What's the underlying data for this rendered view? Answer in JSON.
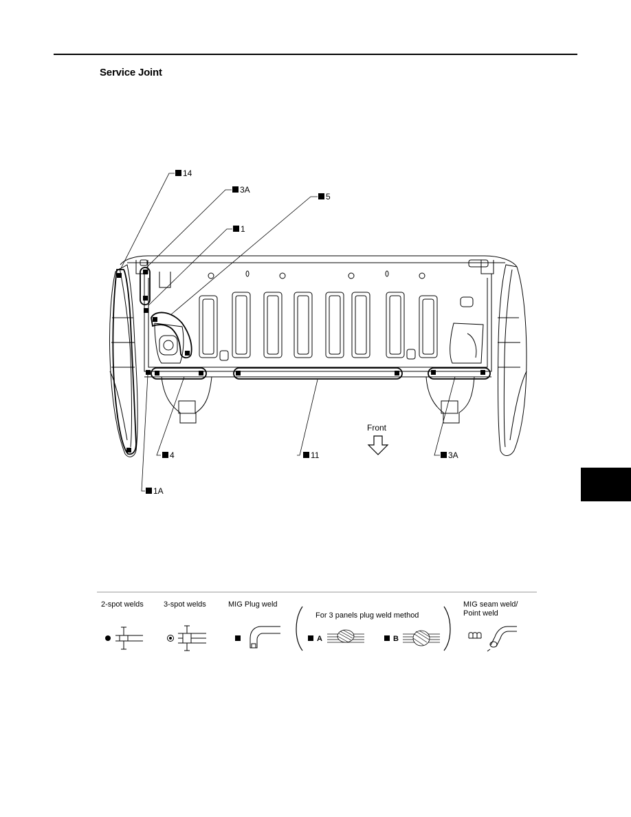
{
  "header": {
    "title": "Service Joint"
  },
  "callouts": {
    "c14": "14",
    "c3a_top": "3A",
    "c5": "5",
    "c1": "1",
    "c4": "4",
    "c11": "11",
    "c3a_bottom": "3A",
    "c1a": "1A"
  },
  "direction": {
    "front": "Front"
  },
  "legend": {
    "two_spot": "2-spot welds",
    "three_spot": "3-spot welds",
    "mig_plug": "MIG Plug weld",
    "three_panel_title": "For 3 panels plug weld method",
    "method_a": "A",
    "method_b": "B",
    "mig_seam_line1": "MIG seam weld/",
    "mig_seam_line2": "Point weld"
  }
}
